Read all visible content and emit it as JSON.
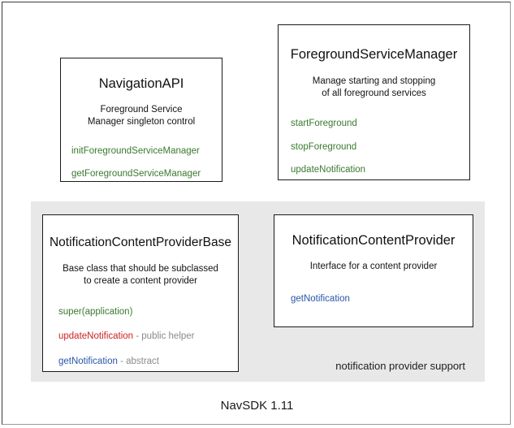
{
  "diagram": {
    "footer_caption": "NavSDK 1.11",
    "group_panel": {
      "label": "notification provider support",
      "background_color": "#e8e8e8"
    },
    "colors": {
      "green": "#3a7a2f",
      "blue": "#2a55a8",
      "red": "#cc2222",
      "note_gray": "#8a8a8a",
      "border": "#1a1a1a",
      "panel_background": "#e8e8e8",
      "canvas_background": "#ffffff"
    },
    "boxes": [
      {
        "id": "navigation-api",
        "title": "NavigationAPI",
        "description": "Foreground Service\nManager singleton control",
        "description_lines": [
          "Foreground Service",
          "Manager singleton control"
        ],
        "members": [
          {
            "name": "initForegroundServiceManager",
            "color": "green",
            "note": ""
          },
          {
            "name": "getForegroundServiceManager",
            "color": "green",
            "note": ""
          }
        ]
      },
      {
        "id": "foreground-service-manager",
        "title": "ForegroundServiceManager",
        "description": "Manage starting and stopping\nof all foreground services",
        "description_lines": [
          "Manage starting and stopping",
          "of all foreground services"
        ],
        "members": [
          {
            "name": "startForeground",
            "color": "green",
            "note": ""
          },
          {
            "name": "stopForeground",
            "color": "green",
            "note": ""
          },
          {
            "name": "updateNotification",
            "color": "green",
            "note": ""
          }
        ]
      },
      {
        "id": "notification-content-provider-base",
        "title": "NotificationContentProviderBase",
        "description": "Base class that should be subclassed\nto create a content provider",
        "description_lines": [
          "Base class that should be subclassed",
          "to create a content provider"
        ],
        "members": [
          {
            "name": "super(application)",
            "color": "green",
            "note": ""
          },
          {
            "name": "updateNotification",
            "color": "red",
            "note": " - public helper"
          },
          {
            "name": "getNotification",
            "color": "blue",
            "note": " - abstract"
          }
        ]
      },
      {
        "id": "notification-content-provider",
        "title": "NotificationContentProvider",
        "description": "Interface for a content provider",
        "description_lines": [
          "Interface for a content provider"
        ],
        "members": [
          {
            "name": "getNotification",
            "color": "blue",
            "note": ""
          }
        ]
      }
    ]
  }
}
